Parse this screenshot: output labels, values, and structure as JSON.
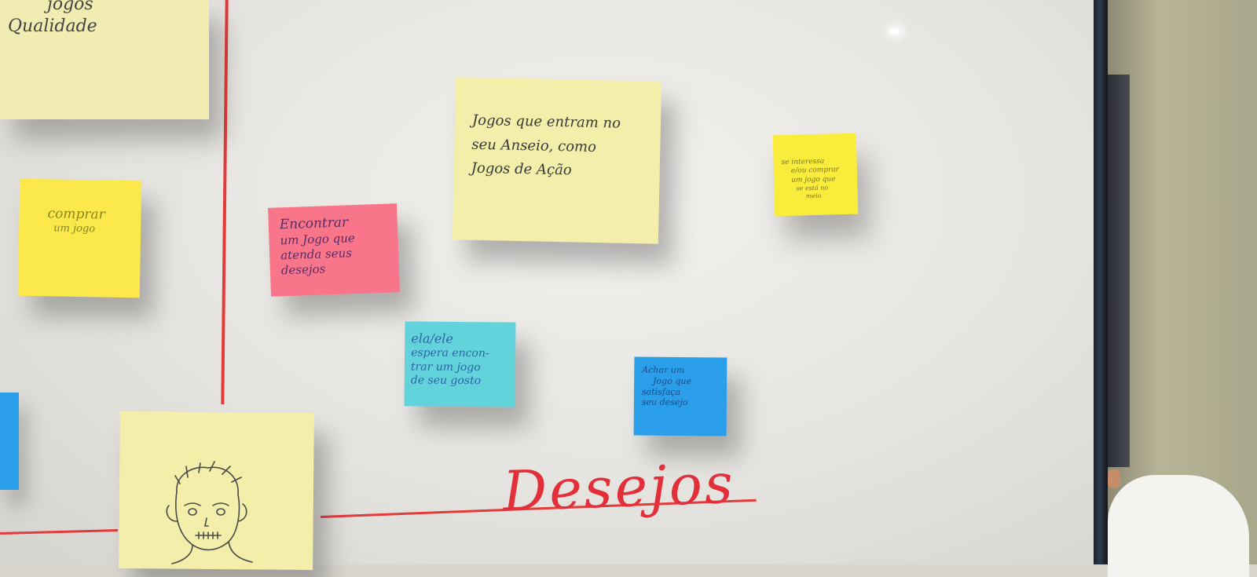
{
  "colors": {
    "board": "#ecebe7",
    "marker_red": "#e33a3a",
    "pale_yellow": "#f3eeaa",
    "yellow": "#fbe84a",
    "pink": "#f9768a",
    "cyan": "#5fd5dc",
    "blue": "#2a9ee8"
  },
  "notes": {
    "top_left_partial": {
      "lines": [
        "jogos",
        "Qualidade"
      ]
    },
    "comprar": {
      "lines": [
        "comprar",
        "um jogo"
      ]
    },
    "encontrar": {
      "lines": [
        "Encontrar",
        "um Jogo que",
        "atenda seus",
        "desejos"
      ]
    },
    "jogos_acao": {
      "lines": [
        "Jogos que entram no",
        "seu Anseio, como",
        "Jogos de Ação"
      ]
    },
    "small_yellow": {
      "lines": [
        "se interessa",
        "e/ou comprar",
        "um jogo que",
        "se está no",
        "meio"
      ]
    },
    "ela_ele": {
      "lines": [
        "ela/ele",
        "espera encon-",
        "trar um jogo",
        "de seu gosto"
      ]
    },
    "achar": {
      "lines": [
        "Achar um",
        "Jogo que",
        "satisfaça",
        "seu desejo"
      ]
    }
  },
  "board": {
    "heading": "Desejos"
  }
}
